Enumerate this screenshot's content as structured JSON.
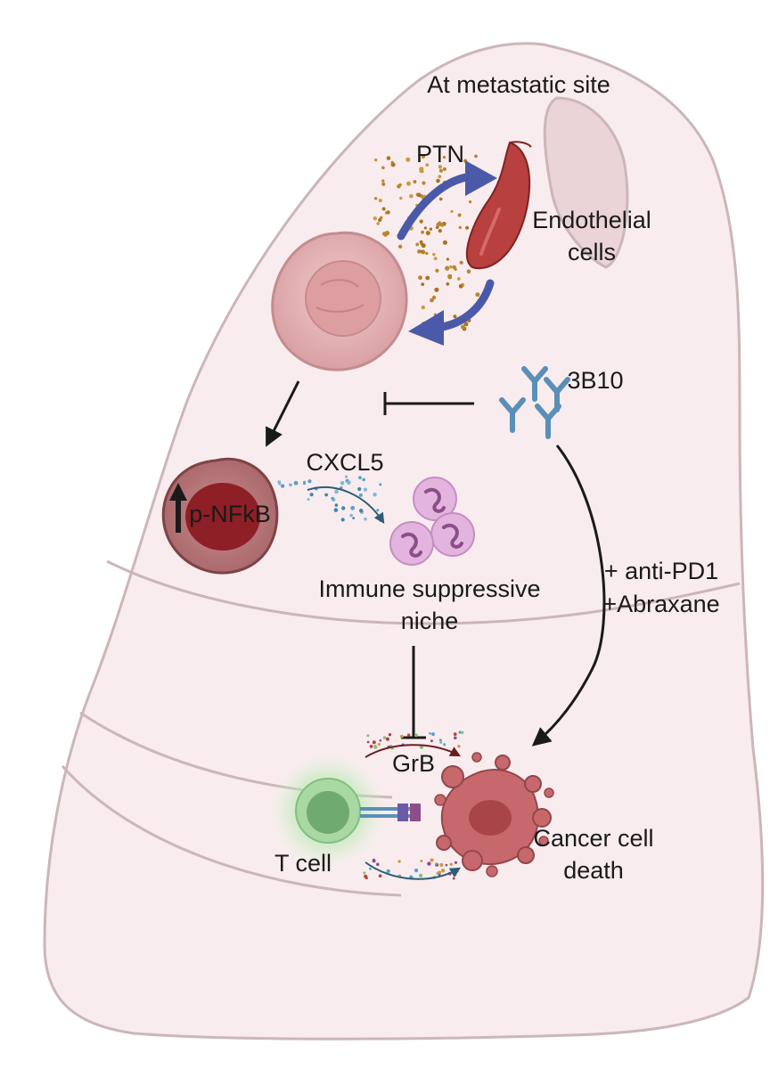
{
  "labels": {
    "site": "At metastatic site",
    "ptn": "PTN",
    "endothelial_1": "Endothelial",
    "endothelial_2": "cells",
    "antibody": "3B10",
    "cxcl5": "CXCL5",
    "nfkb": "p-NFkB",
    "niche_1": "Immune suppressive",
    "niche_2": "niche",
    "combo_1": "+ anti-PD1",
    "combo_2": "+Abraxane",
    "grb": "GrB",
    "tcell": "T cell",
    "death_1": "Cancer cell",
    "death_2": "death"
  },
  "colors": {
    "lung_fill": "#f9ecee",
    "lung_stroke": "#cbb6b9",
    "vessel": "#b8403e",
    "blue_arrow": "#4a5aa8",
    "antibody": "#5a8fb8",
    "neutrophil": "#e2b4de",
    "tcell": "#7fbf7f",
    "tumor": "#e8b3b6",
    "tumor_dark": "#b86d70",
    "nfkb_core": "#8e1f26",
    "dying_cell": "#c7686c"
  }
}
